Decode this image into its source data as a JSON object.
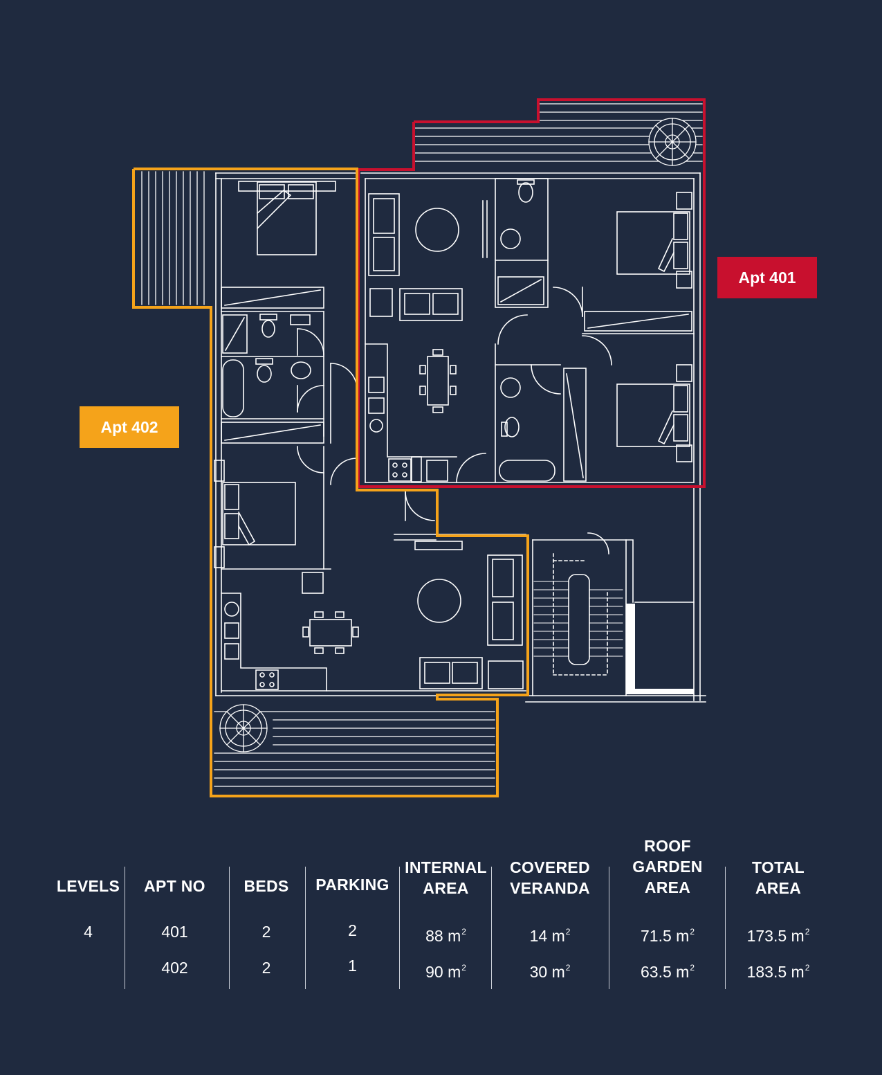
{
  "colors": {
    "background": "#1f2a3f",
    "apt_401": "#c8102e",
    "apt_402": "#f5a31a",
    "linework": "#ffffff"
  },
  "apartments": {
    "apt_401": {
      "label": "Apt 401"
    },
    "apt_402": {
      "label": "Apt 402"
    }
  },
  "schedule": {
    "headers": {
      "levels": "LEVELS",
      "apt_no": "APT NO",
      "beds": "BEDS",
      "parking": "PARKING",
      "internal_area": "INTERNAL\nAREA",
      "covered_veranda": "COVERED\nVERANDA",
      "roof_garden_area": "ROOF\nGARDEN\nAREA",
      "total_area": "TOTAL\nAREA"
    },
    "unit_label": "m",
    "unit_superscript": "2",
    "level": "4",
    "rows": [
      {
        "apt_no": "401",
        "beds": "2",
        "parking": "2",
        "internal_area": "88",
        "covered_veranda": "14",
        "roof_garden_area": "71.5",
        "total_area": "173.5"
      },
      {
        "apt_no": "402",
        "beds": "2",
        "parking": "1",
        "internal_area": "90",
        "covered_veranda": "30",
        "roof_garden_area": "63.5",
        "total_area": "183.5"
      }
    ]
  }
}
